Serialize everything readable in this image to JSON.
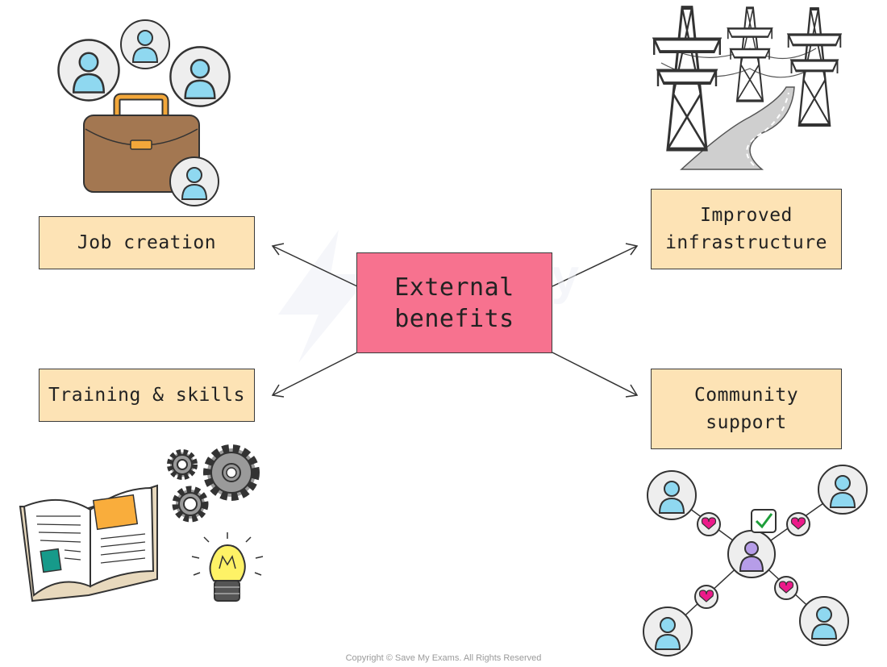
{
  "diagram": {
    "center": "External\nbenefits",
    "branches": [
      {
        "id": "job",
        "label": "Job creation"
      },
      {
        "id": "infra",
        "label": "Improved\ninfrastructure"
      },
      {
        "id": "training",
        "label": "Training & skills"
      },
      {
        "id": "community",
        "label": "Community\nsupport"
      }
    ]
  },
  "footer": {
    "copyright": "Copyright © Save My Exams. All Rights Reserved"
  },
  "colors": {
    "center_fill": "#f7728f",
    "box_fill": "#fde3b5",
    "outline": "#3a3a3a"
  }
}
